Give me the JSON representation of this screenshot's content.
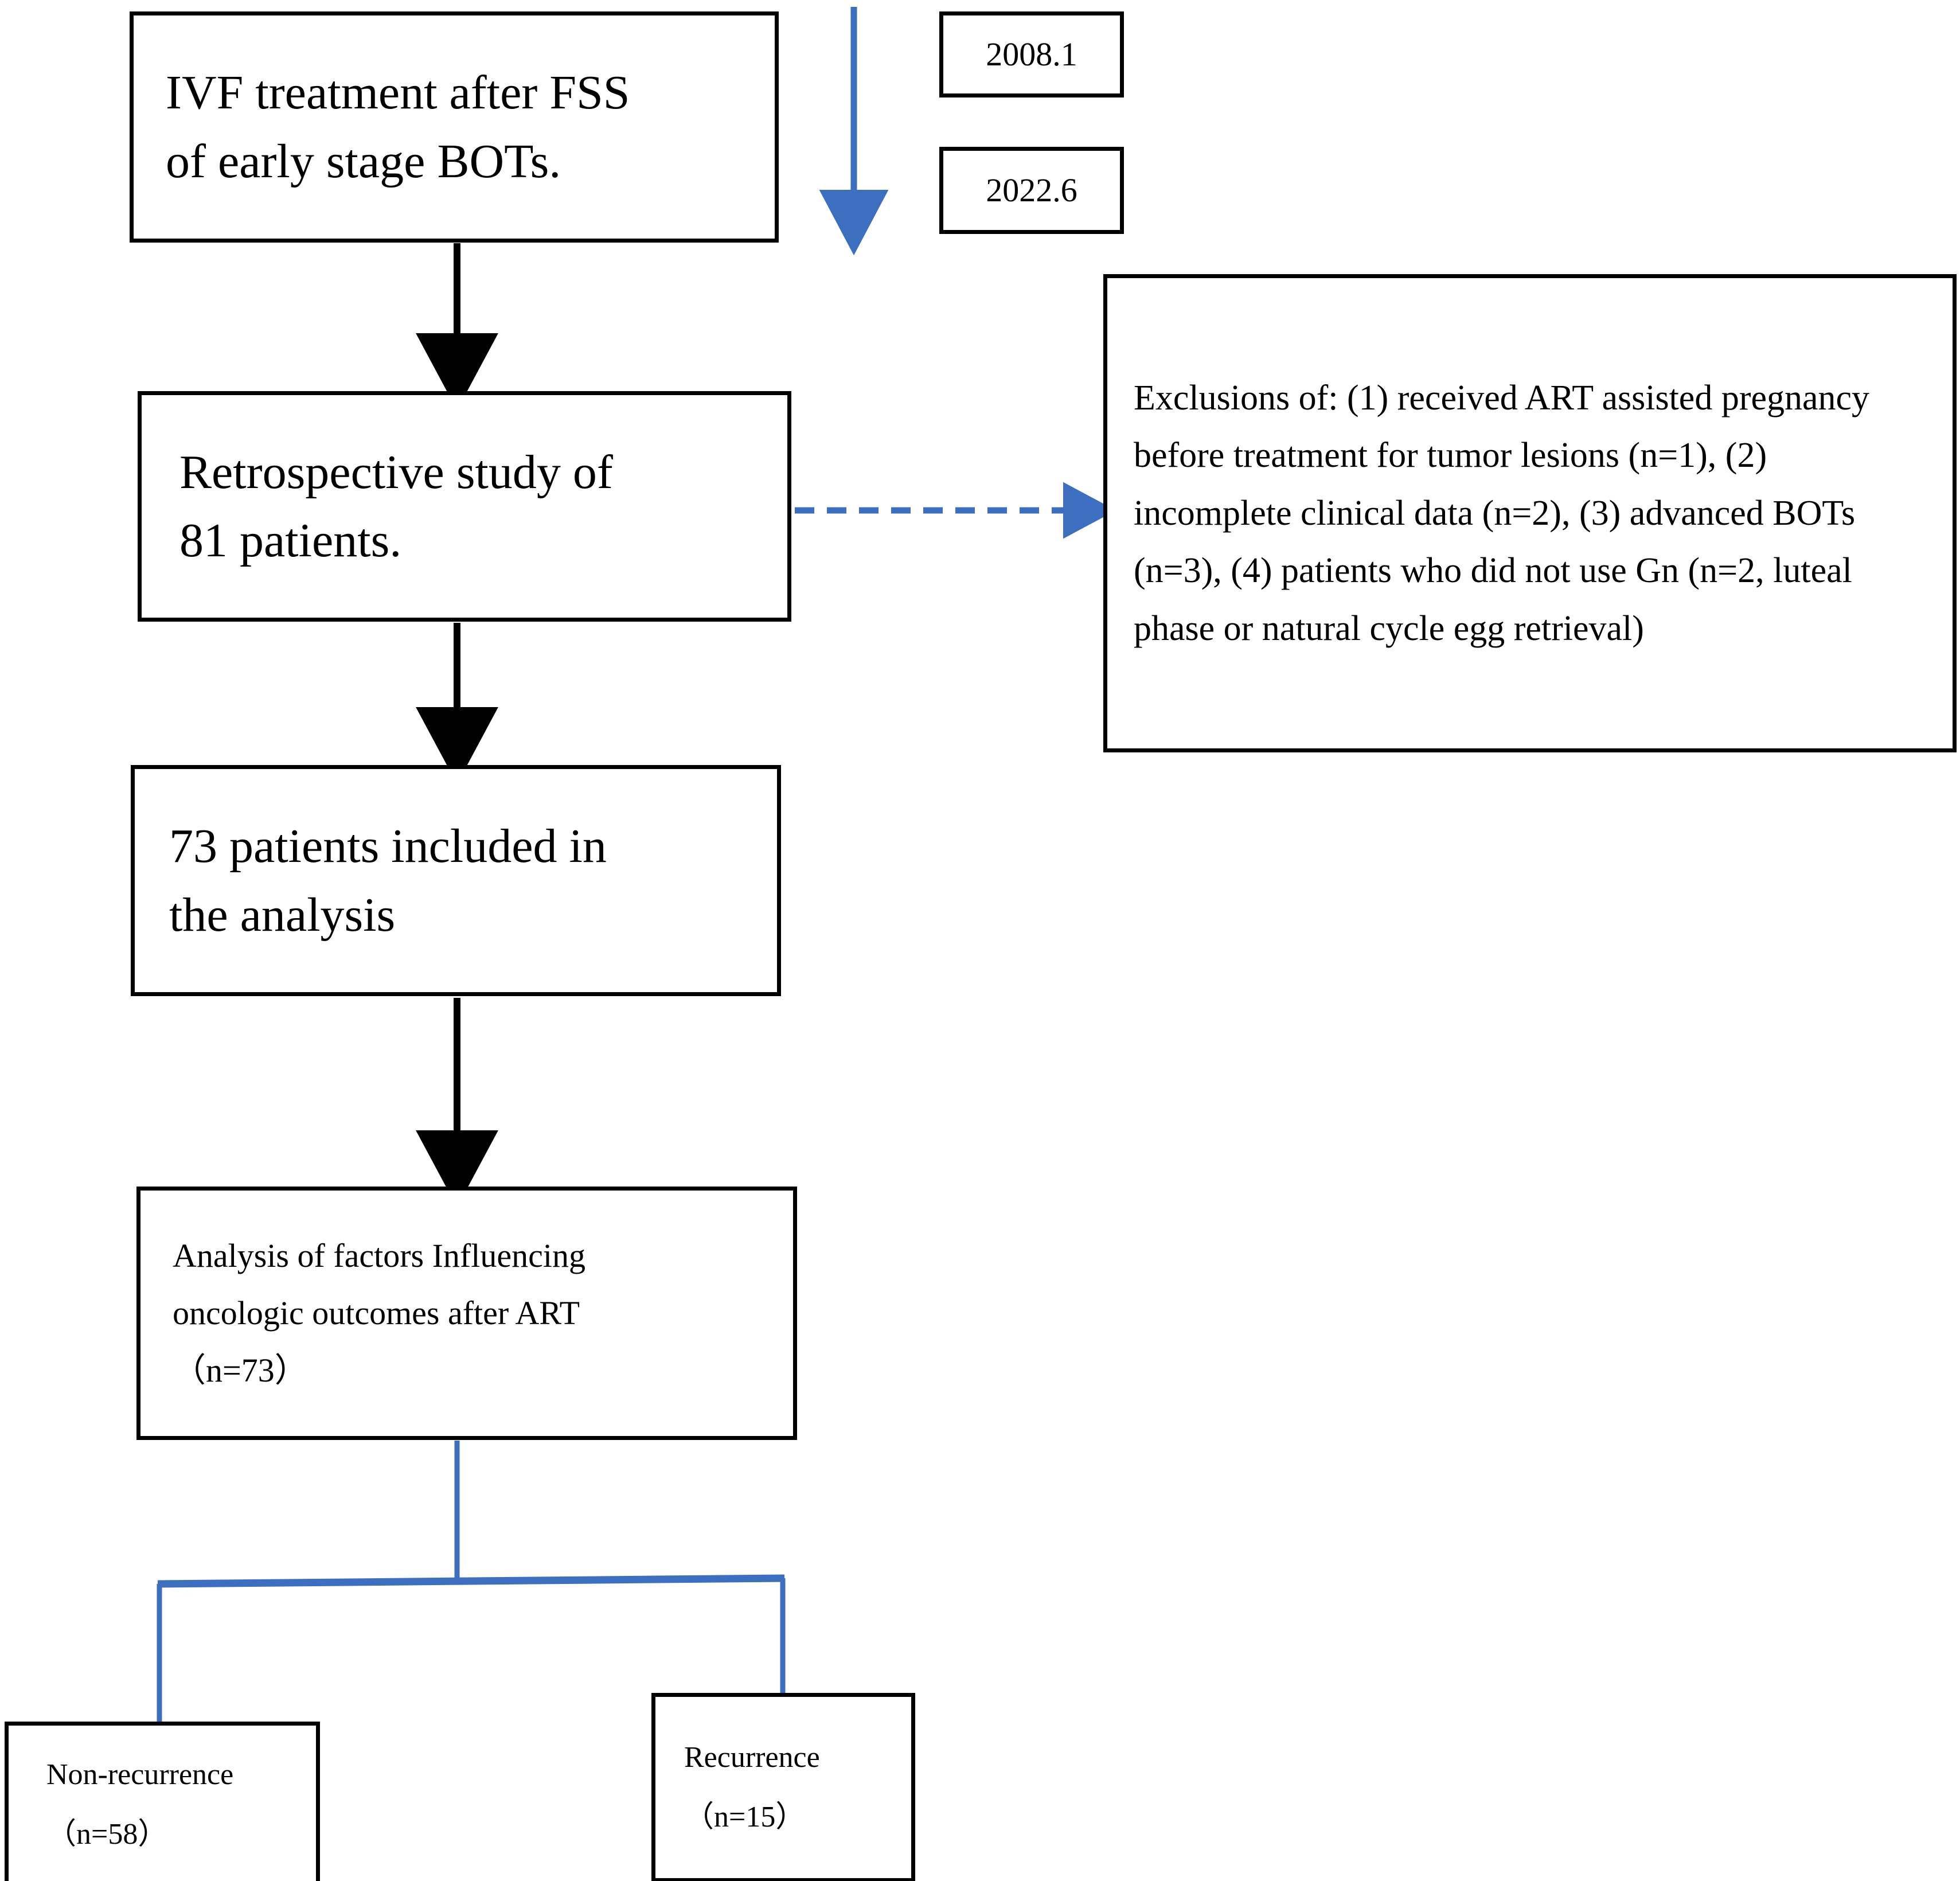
{
  "diagram": {
    "title": "Study flow diagram",
    "colors": {
      "box_border": "#000000",
      "text": "#000000",
      "black_arrow": "#000000",
      "blue_arrow": "#3d6fc0",
      "background": "#ffffff"
    }
  },
  "nodes": {
    "ivf": {
      "line1": "IVF treatment after FSS",
      "line2": "of early stage BOTs."
    },
    "date_start": {
      "label": "2008.1"
    },
    "date_end": {
      "label": "2022.6"
    },
    "retrospective": {
      "line1": "Retrospective study of",
      "line2": "81 patients."
    },
    "exclusions": {
      "text": "Exclusions of: (1) received ART assisted pregnancy before treatment for tumor lesions (n=1), (2) incomplete clinical data (n=2), (3) advanced BOTs (n=3), (4) patients who did not use Gn (n=2, luteal phase or natural cycle egg retrieval)"
    },
    "included": {
      "line1": "73 patients included in",
      "line2": "the analysis"
    },
    "analysis": {
      "line1": "Analysis of factors Influencing",
      "line2": "oncologic outcomes after ART",
      "line3": "（n=73）"
    },
    "non_recurrence": {
      "line1": "Non-recurrence",
      "line2": "（n=58）"
    },
    "recurrence": {
      "line1": "Recurrence",
      "line2": "（n=15）"
    }
  },
  "edges": {
    "timeline_arrow": {
      "name": "period-arrow",
      "style": "solid",
      "color": "#3d6fc0"
    },
    "ivf_to_retro": {
      "name": "flow-arrow",
      "style": "solid",
      "color": "#000000"
    },
    "retro_to_exclusions": {
      "name": "exclusion-arrow",
      "style": "dashed",
      "color": "#3d6fc0"
    },
    "retro_to_included": {
      "name": "flow-arrow",
      "style": "solid",
      "color": "#000000"
    },
    "included_to_analysis": {
      "name": "flow-arrow",
      "style": "solid",
      "color": "#000000"
    },
    "analysis_split": {
      "name": "split-connector",
      "style": "solid",
      "color": "#3d6fc0"
    }
  }
}
